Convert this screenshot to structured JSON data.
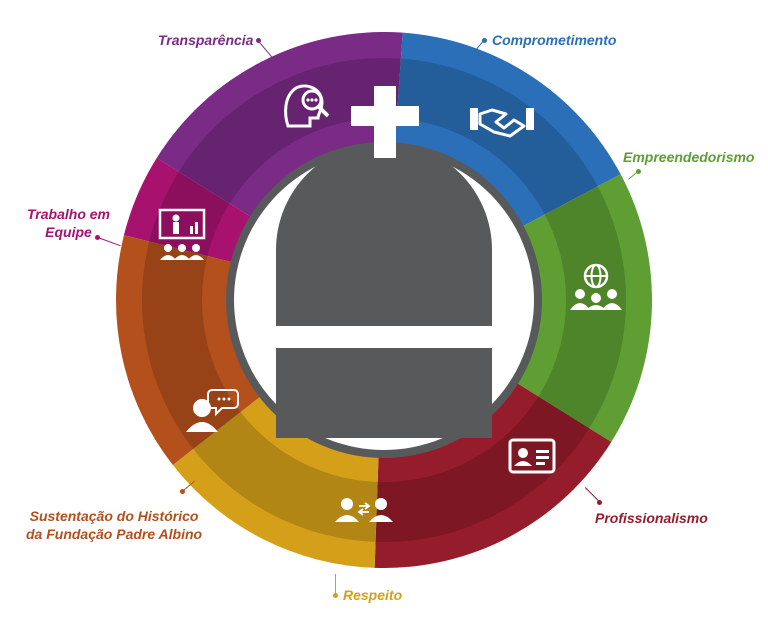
{
  "values": [
    {
      "id": "transparencia",
      "label": "Transparência",
      "color": "#7a2b86",
      "icon": "person-search-icon"
    },
    {
      "id": "comprometimento",
      "label": "Comprometimento",
      "color": "#2a6fb8",
      "icon": "handshake-icon"
    },
    {
      "id": "empreendedorismo",
      "label": "Empreendedorismo",
      "color": "#5e9e33",
      "icon": "globe-team-icon"
    },
    {
      "id": "profissionalismo",
      "label": "Profissionalismo",
      "color": "#951c2a",
      "icon": "id-card-icon"
    },
    {
      "id": "respeito",
      "label": "Respeito",
      "color": "#d5a019",
      "icon": "people-exchange-icon"
    },
    {
      "id": "sustentacao",
      "label_lines": [
        "Sustentação do Histórico",
        "da Fundação Padre Albino"
      ],
      "color": "#b4501c",
      "icon": "person-speech-icon"
    },
    {
      "id": "trabalho",
      "label_lines": [
        "Trabalho em",
        "Equipe"
      ],
      "color": "#a7126f",
      "icon": "presentation-team-icon"
    }
  ],
  "colors": {
    "center": "#58595b",
    "center_light": "#6d6e71",
    "white": "#ffffff"
  }
}
